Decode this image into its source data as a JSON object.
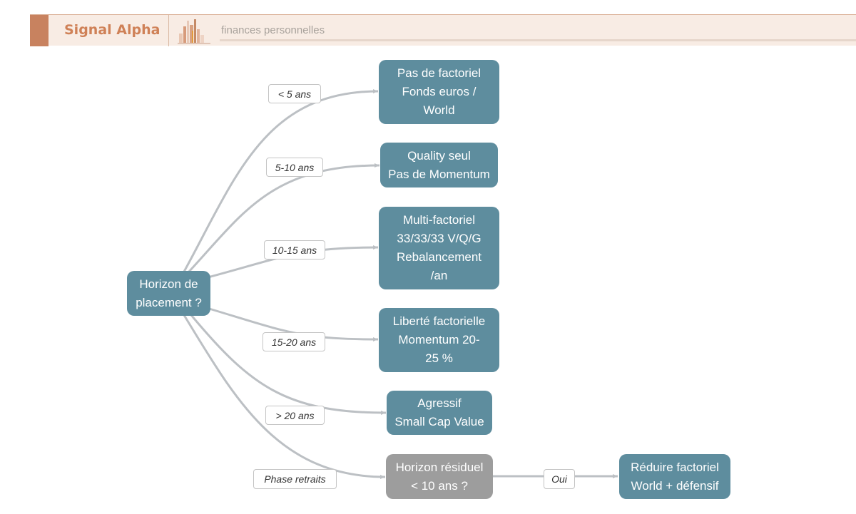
{
  "header": {
    "brand": "Signal Alpha",
    "subtitle": "finances personnelles",
    "logo_icon": "bar-chart-logo-icon",
    "accent_color": "#c8825f"
  },
  "colors": {
    "node_teal": "#5e8d9e",
    "node_gray": "#9d9d9d",
    "edge": "#bcc0c4"
  },
  "diagram": {
    "root": {
      "text": "Horizon de\nplacement ?"
    },
    "branches": [
      {
        "label": "< 5 ans",
        "target": "Pas de factoriel\nFonds euros /\nWorld"
      },
      {
        "label": "5-10 ans",
        "target": "Quality seul\nPas de Momentum"
      },
      {
        "label": "10-15 ans",
        "target": "Multi-factoriel\n33/33/33 V/Q/G\nRebalancement\n/an"
      },
      {
        "label": "15-20 ans",
        "target": "Liberté factorielle\nMomentum 20-\n25 %"
      },
      {
        "label": "> 20 ans",
        "target": "Agressif\nSmall Cap Value"
      },
      {
        "label": "Phase retraits",
        "target": "Horizon résiduel\n< 10 ans ?"
      }
    ],
    "followup": {
      "label": "Oui",
      "target": "Réduire factoriel\nWorld + défensif"
    }
  }
}
